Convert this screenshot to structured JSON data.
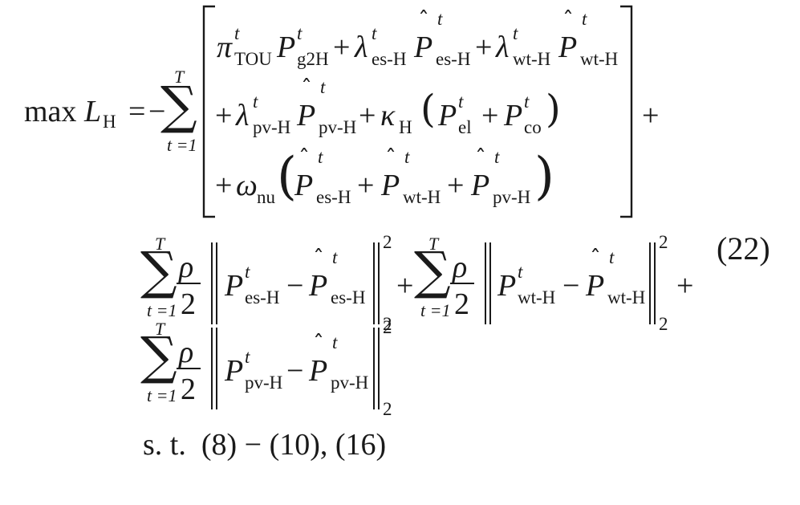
{
  "equation": {
    "number": "(22)",
    "lhs": {
      "max": "max",
      "L": "L",
      "L_sub": "H",
      "equals": "=",
      "minus": "−"
    },
    "sum": {
      "symbol": "∑",
      "upper": "T",
      "lower": "t =1"
    },
    "bracket_row1": {
      "pi": "π",
      "pi_sup": "t",
      "pi_sub": "TOU",
      "P1": "P",
      "P1_sup": "t",
      "P1_sub": "g2H",
      "plus1": "+",
      "lam1": "λ",
      "lam1_sup": "t",
      "lam1_sub": "es-H",
      "P2": "P",
      "P2_sup": "t",
      "P2_sub": "es-H",
      "plus2": "+",
      "lam2": "λ",
      "lam2_sup": "t",
      "lam2_sub": "wt-H",
      "P3": "P",
      "P3_sup": "t",
      "P3_sub": "wt-H"
    },
    "bracket_row2": {
      "plus0": "+",
      "lam3": "λ",
      "lam3_sup": "t",
      "lam3_sub": "pv-H",
      "P4": "P",
      "P4_sup": "t",
      "P4_sub": "pv-H",
      "plus1": "+",
      "kappa": "κ",
      "kappa_sub": "H",
      "lparen": "(",
      "P5": "P",
      "P5_sup": "t",
      "P5_sub": "el",
      "plus2": "+",
      "P6": "P",
      "P6_sup": "t",
      "P6_sub": "co",
      "rparen": ")"
    },
    "bracket_row3": {
      "plus0": "+",
      "omega": "ω",
      "omega_sub": "nu",
      "lparen": "(",
      "P7": "P",
      "P7_sup": "t",
      "P7_sub": "es-H",
      "plus1": "+",
      "P8": "P",
      "P8_sup": "t",
      "P8_sub": "wt-H",
      "plus2": "+",
      "P9": "P",
      "P9_sup": "t",
      "P9_sub": "pv-H",
      "rparen": ")"
    },
    "after_bracket_plus": "+",
    "penalty": {
      "rho": "ρ",
      "two": "2",
      "minus": "−",
      "norm_sub": "2",
      "norm_sup": "2",
      "plus": "+",
      "t1": {
        "P": "P",
        "sup": "t",
        "sub": "es-H",
        "Phat": "P",
        "Phat_sup": "t",
        "Phat_sub": "es-H"
      },
      "t2": {
        "P": "P",
        "sup": "t",
        "sub": "wt-H",
        "Phat": "P",
        "Phat_sup": "t",
        "Phat_sub": "wt-H"
      },
      "t3": {
        "P": "P",
        "sup": "t",
        "sub": "pv-H",
        "Phat": "P",
        "Phat_sup": "t",
        "Phat_sub": "pv-H"
      }
    },
    "hat": "ˆ",
    "constraint": "s. t.  (8) − (10), (16)"
  }
}
